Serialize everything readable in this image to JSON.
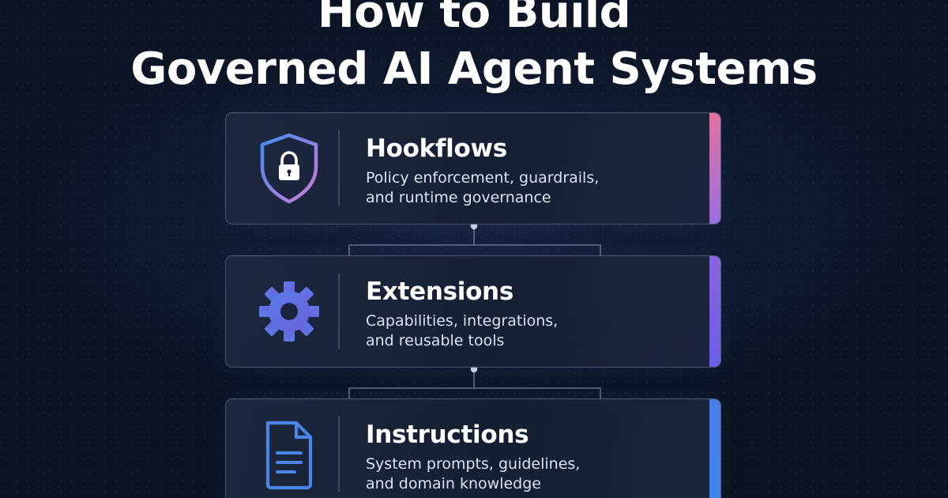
{
  "title": {
    "line1": "How to Build",
    "line2": "Governed AI Agent Systems"
  },
  "layers": [
    {
      "heading": "Hookflows",
      "desc_line1": "Policy enforcement, guardrails,",
      "desc_line2": "and runtime governance",
      "icon": "shield-lock-icon",
      "accent": [
        "#e2729f",
        "#9b6ee0"
      ]
    },
    {
      "heading": "Extensions",
      "desc_line1": "Capabilities, integrations,",
      "desc_line2": "and reusable tools",
      "icon": "gear-icon",
      "accent": [
        "#8a64e0",
        "#6b5ee6"
      ]
    },
    {
      "heading": "Instructions",
      "desc_line1": "System prompts, guidelines,",
      "desc_line2": "and domain knowledge",
      "icon": "document-icon",
      "accent": [
        "#4a7ee8",
        "#3f86ec"
      ]
    }
  ],
  "colors": {
    "background": "#0b1424",
    "shield_gradient": [
      "#3f8cf0",
      "#d27ad8"
    ],
    "gear": "#5f72e4",
    "document": "#4a86e8"
  }
}
